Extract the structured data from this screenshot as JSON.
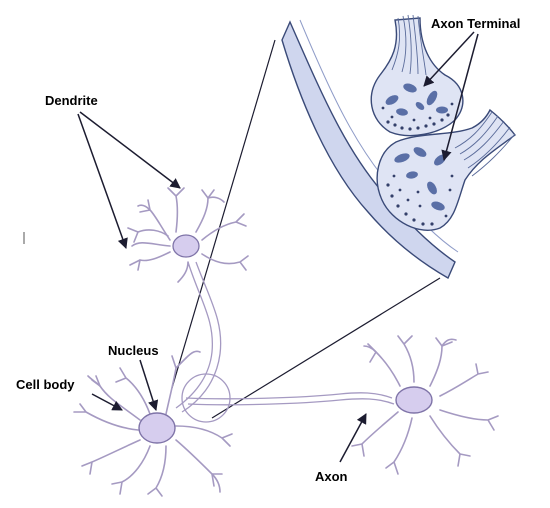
{
  "labels": {
    "dendrite": "Dendrite",
    "axon_terminal": "Axon Terminal",
    "nucleus": "Nucleus",
    "cell_body": "Cell body",
    "axon": "Axon"
  },
  "colors": {
    "membrane": "#a59ac2",
    "nucleus_fill": "#d6cdee",
    "nucleus_stroke": "#7f74a8",
    "synapse_fill": "#cfd6ee",
    "synapse_stroke": "#3a4a78",
    "terminal_fill": "#dfe4f4",
    "vesicle": "#5a6fa6",
    "pointer": "#1c1c30"
  }
}
